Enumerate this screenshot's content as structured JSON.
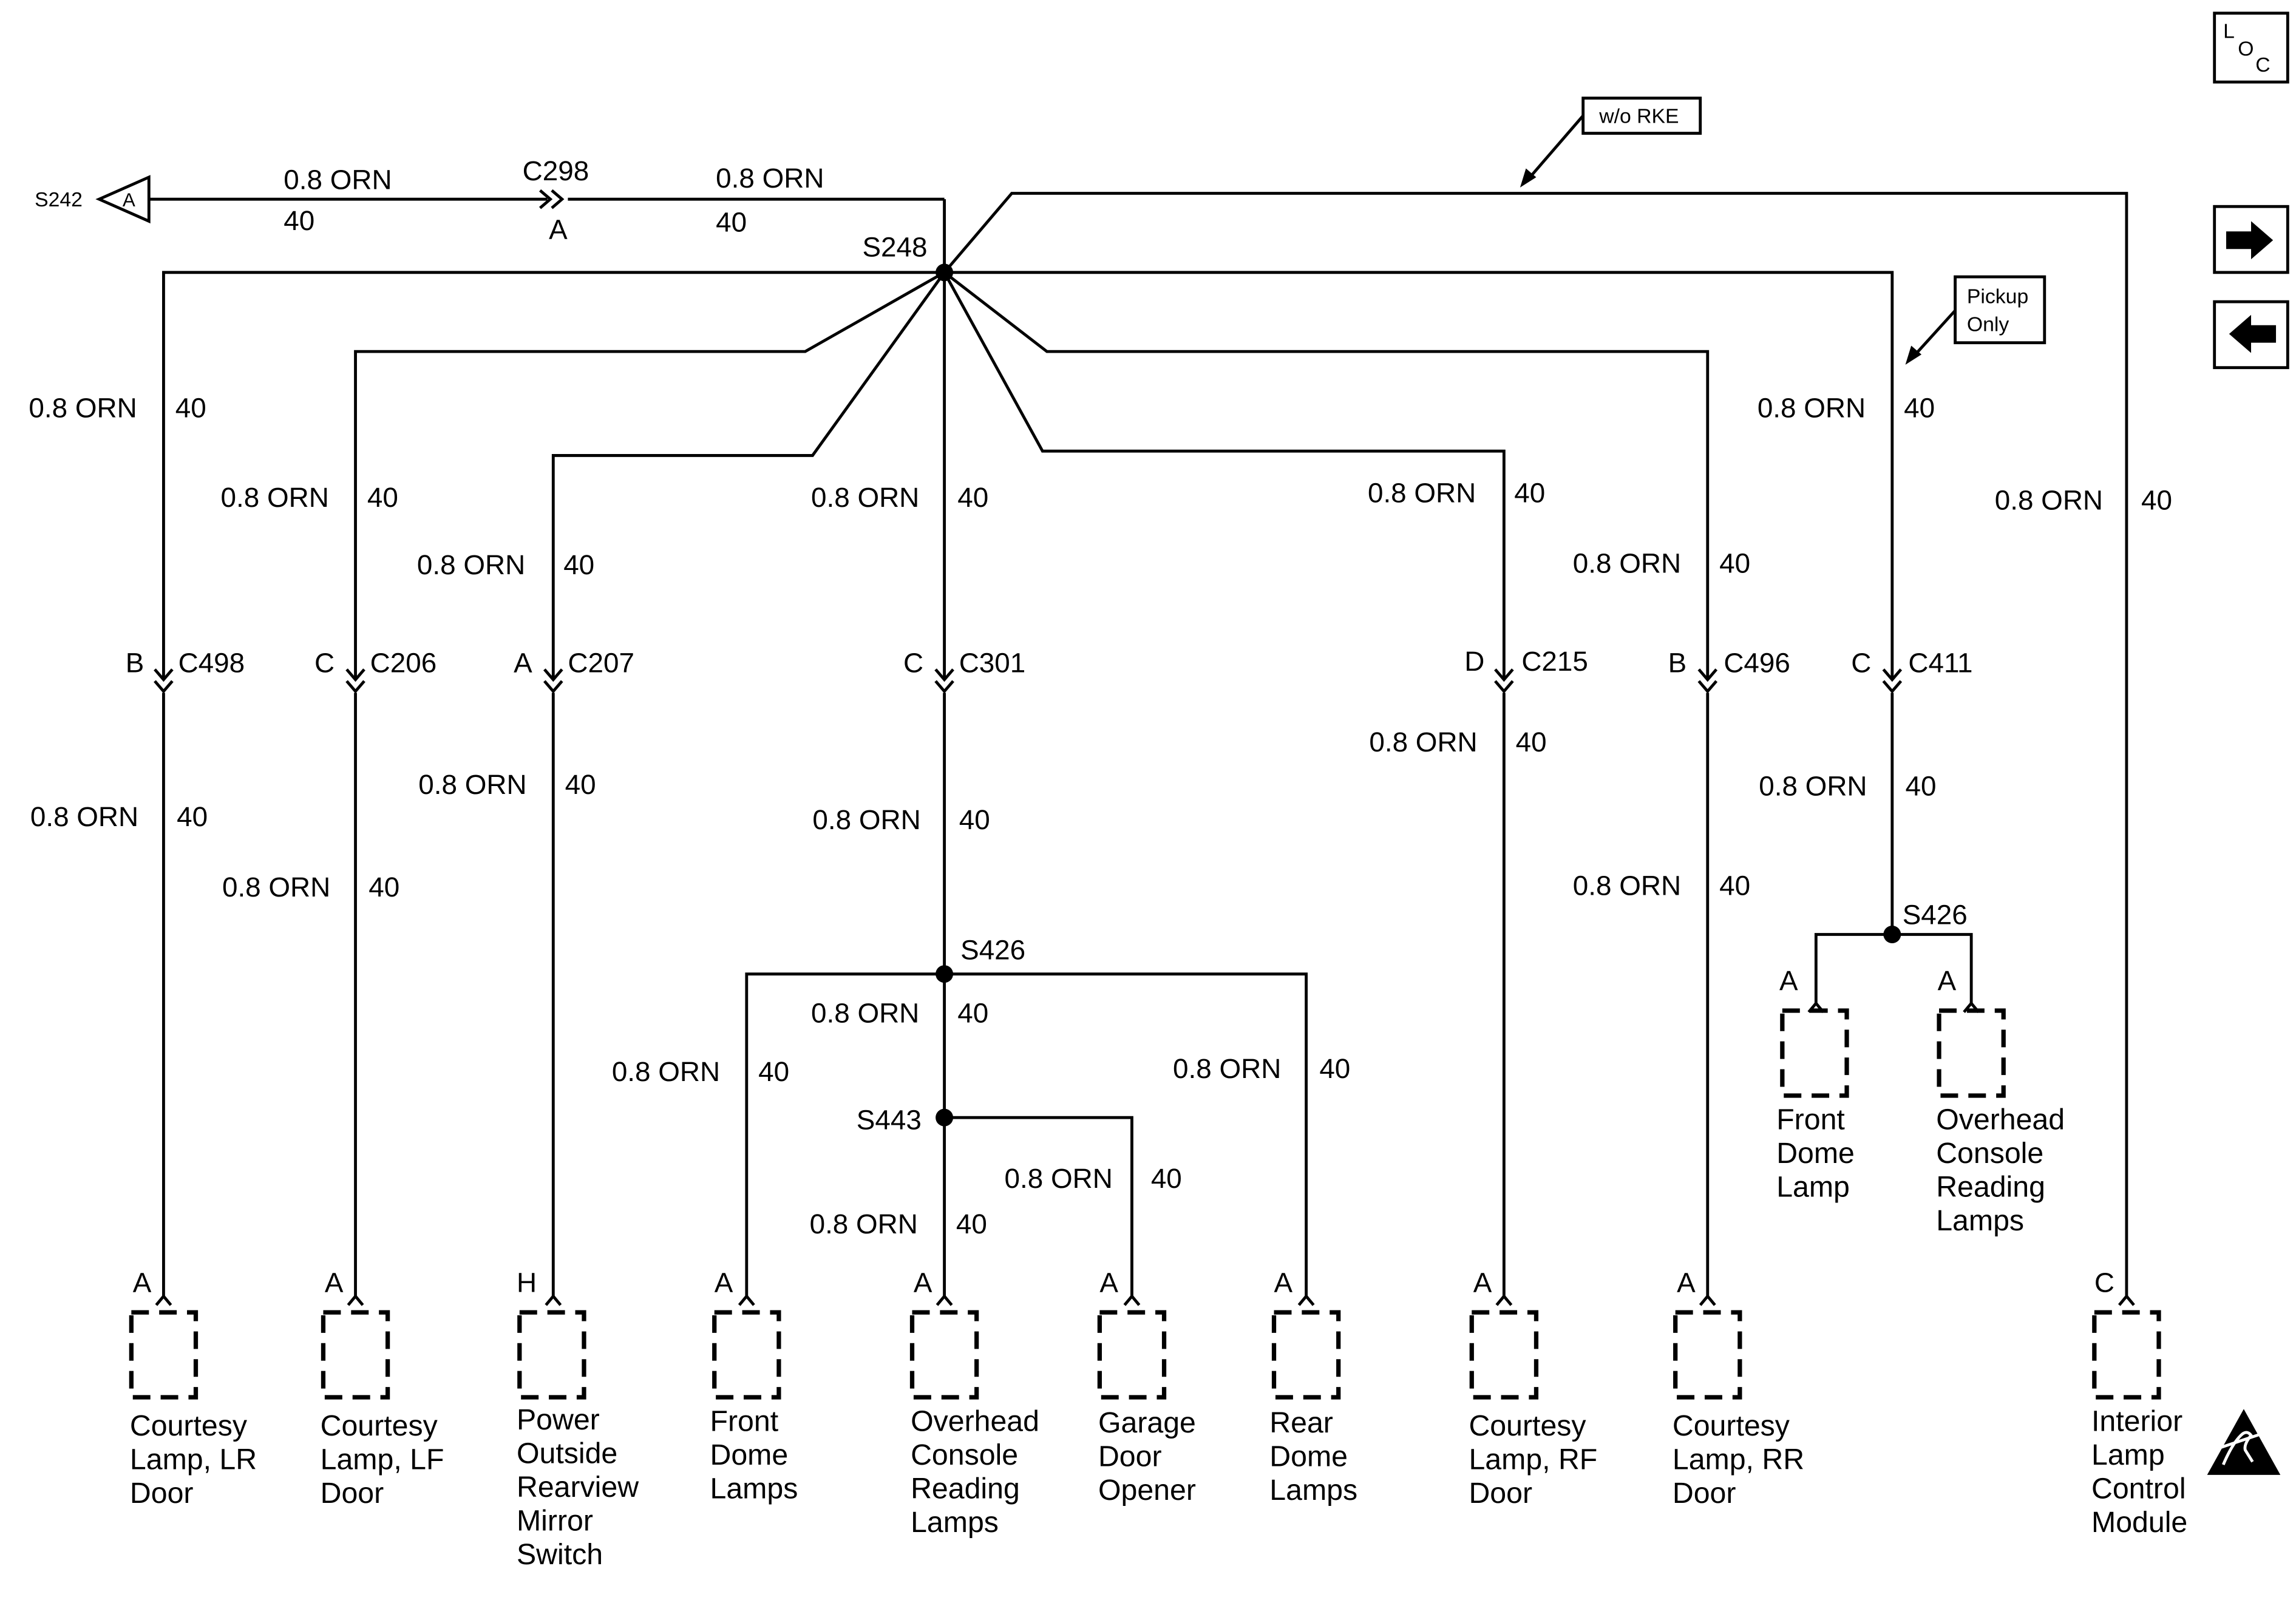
{
  "ref_source": "S242",
  "ref_source_pin": "A",
  "inline_connector": "C298",
  "inline_connector_pin": "A",
  "wire_size_color": "0.8 ORN",
  "circuit": "40",
  "splice_main": "S248",
  "splice_console": "S426",
  "splice_opener": "S443",
  "splice_pickup": "S426",
  "note_rke": "w/o RKE",
  "note_pickup_line1": "Pickup",
  "note_pickup_line2": "Only",
  "loc_letter_l": "L",
  "loc_letter_o": "O",
  "loc_letter_c": "C",
  "nav": {
    "next_arrow": "arrow-right-icon",
    "prev_arrow": "arrow-left-icon"
  },
  "esd_symbol": "esd-warning-icon",
  "branches": [
    {
      "connector": "C498",
      "pin": "B"
    },
    {
      "connector": "C206",
      "pin": "C"
    },
    {
      "connector": "C207",
      "pin": "A"
    },
    {
      "connector": "C301",
      "pin": "C"
    },
    {
      "connector": "C215",
      "pin": "D"
    },
    {
      "connector": "C496",
      "pin": "B"
    },
    {
      "connector": "C411",
      "pin": "C"
    }
  ],
  "components": [
    {
      "pin": "A",
      "lines": [
        "Courtesy",
        "Lamp, LR",
        "Door"
      ]
    },
    {
      "pin": "A",
      "lines": [
        "Courtesy",
        "Lamp, LF",
        "Door"
      ]
    },
    {
      "pin": "H",
      "lines": [
        "Power",
        "Outside",
        "Rearview",
        "Mirror",
        "Switch"
      ]
    },
    {
      "pin": "A",
      "lines": [
        "Front",
        "Dome",
        "Lamps"
      ]
    },
    {
      "pin": "A",
      "lines": [
        "Overhead",
        "Console",
        "Reading",
        "Lamps"
      ]
    },
    {
      "pin": "A",
      "lines": [
        "Garage",
        "Door",
        "Opener"
      ]
    },
    {
      "pin": "A",
      "lines": [
        "Rear",
        "Dome",
        "Lamps"
      ]
    },
    {
      "pin": "A",
      "lines": [
        "Courtesy",
        "Lamp, RF",
        "Door"
      ]
    },
    {
      "pin": "A",
      "lines": [
        "Courtesy",
        "Lamp, RR",
        "Door"
      ]
    },
    {
      "pin": "C",
      "lines": [
        "Interior",
        "Lamp",
        "Control",
        "Module"
      ]
    }
  ],
  "pickup_components": [
    {
      "pin": "A",
      "lines": [
        "Front",
        "Dome",
        "Lamp"
      ]
    },
    {
      "pin": "A",
      "lines": [
        "Overhead",
        "Console",
        "Reading",
        "Lamps"
      ]
    }
  ]
}
